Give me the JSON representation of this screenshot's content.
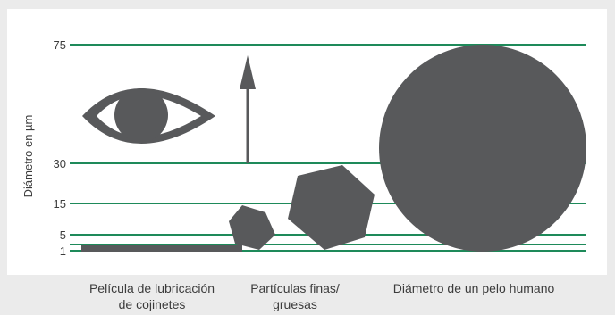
{
  "axis": {
    "title": "Diámetro en µm",
    "ticks": [
      {
        "value": 75,
        "label": "75"
      },
      {
        "value": 30,
        "label": "30"
      },
      {
        "value": 15,
        "label": "15"
      },
      {
        "value": 5,
        "label": "5"
      },
      {
        "value": 1,
        "label": "1"
      }
    ]
  },
  "captions": {
    "film": {
      "line1": "Película de lubricación",
      "line2": "de cojinetes"
    },
    "particles": {
      "line1": "Partículas finas/",
      "line2": "gruesas"
    },
    "hair": {
      "line1": "Diámetro de un pelo humano"
    }
  },
  "colors": {
    "gridline": "#1e8a5a",
    "shape": "#58595b",
    "background": "#ebebeb"
  },
  "icons": [
    "eye-icon",
    "arrow-up-icon"
  ]
}
